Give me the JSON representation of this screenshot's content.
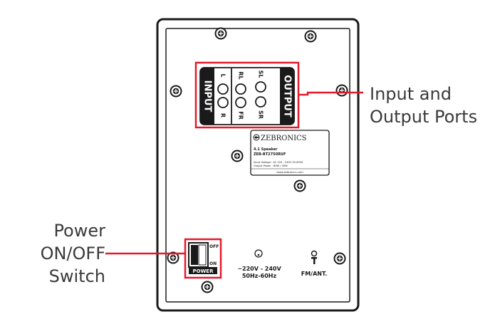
{
  "callouts": {
    "ports": {
      "line1": "Input and",
      "line2": "Output Ports"
    },
    "power": {
      "line1": "Power",
      "line2": "ON/OFF",
      "line3": "Switch"
    }
  },
  "panel": {
    "input_label": "INPUT",
    "output_label": "OUTPUT",
    "input_ports": [
      "L",
      "R"
    ],
    "output_ports": [
      "RL",
      "FR",
      "SL",
      "SR"
    ],
    "switch": {
      "off": "OFF",
      "on": "ON",
      "label": "POWER"
    },
    "voltage_line1": "~220V - 240V",
    "voltage_line2": "50Hz-60Hz",
    "antenna_label": "FM/ANT."
  },
  "nameplate": {
    "brand": "ZEBRONICS",
    "model_line1": "4.1 Speaker",
    "model_line2": "ZEB-BT2750RUF",
    "spec_line1": "Input Voltage : AC 220 - 240V 50-60Hz",
    "spec_line2": "Output Power : 80W  /  45W",
    "url": "www.zebronics.com"
  },
  "colors": {
    "accent": "#e21b2c",
    "outline": "#1a1a1a",
    "panel_fill": "#ffffff",
    "callout_text": "#3a3a3a"
  },
  "icons": [
    "screw-icon",
    "power-jack-icon",
    "antenna-jack-icon",
    "zebronics-logo-icon"
  ]
}
